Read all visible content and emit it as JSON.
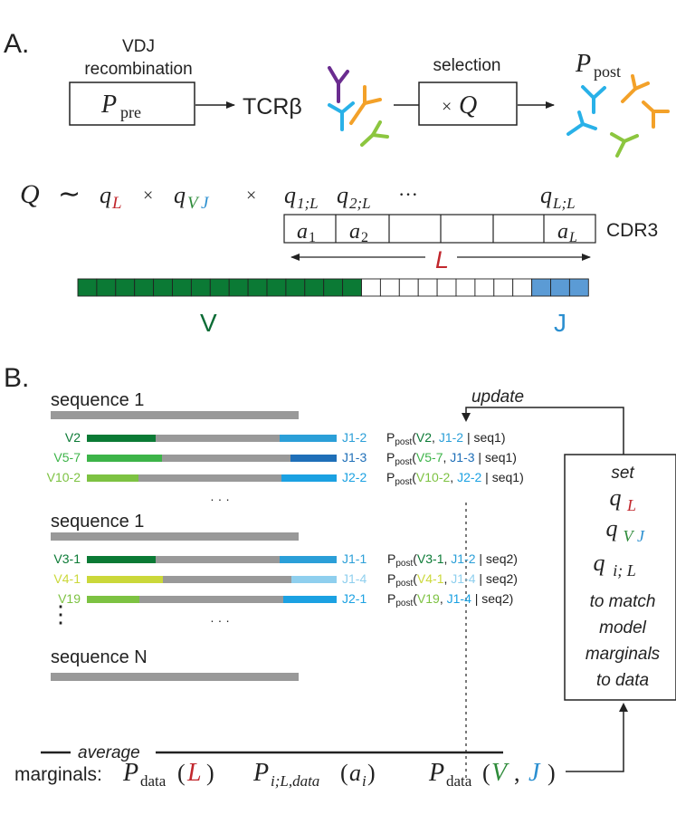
{
  "colors": {
    "L_red": "#c1272d",
    "V_green": "#2e8b3a",
    "V_dark": "#0b7a35",
    "J_blue": "#2b8fd0",
    "J_light": "#8fcfee",
    "J_dark": "#1f6fb8",
    "gray": "#999999",
    "ab_purple": "#6a2c8f",
    "ab_orange": "#f3a129",
    "ab_cyan": "#29b1e8",
    "ab_green": "#8cc63f",
    "lime": "#cbd83a",
    "light_green": "#7dc242",
    "mid_green": "#3db449"
  },
  "panelA": {
    "label": "A.",
    "vdj_label_1": "VDJ",
    "vdj_label_2": "recombination",
    "p_pre_main": "P",
    "p_pre_sub": "pre",
    "tcr": "TCRβ",
    "selection": "selection",
    "times": "×",
    "Q": "Q",
    "p_post_main": "P",
    "p_post_sub": "post",
    "eq_Q": "Q",
    "eq_sim": "∼",
    "eq_q": "q",
    "eq_L": "L",
    "eq_V": "V",
    "eq_J": "J",
    "eq_x": "×",
    "eq_sub1": "1;L",
    "eq_sub2": "2;L",
    "eq_dots": "···",
    "eq_subL": "L;L",
    "cell_a": "a",
    "cell_1": "1",
    "cell_2": "2",
    "cell_L": "L",
    "cdr3": "CDR3",
    "length_L": "L",
    "v_label": "V",
    "j_label": "J"
  },
  "panelB": {
    "label": "B.",
    "update": "update",
    "groups": [
      {
        "title": "sequence 1",
        "rows": [
          {
            "v": "V2",
            "j": "J1-2",
            "v_col": "#0b7a35",
            "j_col": "#2b9fd8",
            "p_v": "V2",
            "p_j": "J1-2",
            "p_seq": "seq1"
          },
          {
            "v": "V5-7",
            "j": "J1-3",
            "v_col": "#3db449",
            "j_col": "#1f6fb8",
            "p_v": "V5-7",
            "p_j": "J1-3",
            "p_seq": "seq1"
          },
          {
            "v": "V10-2",
            "j": "J2-2",
            "v_col": "#7dc242",
            "j_col": "#1ba1e2",
            "p_v": "V10-2",
            "p_j": "J2-2",
            "p_seq": "seq1"
          }
        ]
      },
      {
        "title": "sequence 1",
        "rows": [
          {
            "v": "V3-1",
            "j": "J1-1",
            "v_col": "#0b7a35",
            "j_col": "#2b9fd8",
            "p_v": "V3-1",
            "p_j": "J1-2",
            "p_seq": "seq2"
          },
          {
            "v": "V4-1",
            "j": "J1-4",
            "v_col": "#cbd83a",
            "j_col": "#8fcfee",
            "p_v": "V4-1",
            "p_j": "J1-4",
            "p_seq": "seq2"
          },
          {
            "v": "V19",
            "j": "J2-1",
            "v_col": "#7dc242",
            "j_col": "#1ba1e2",
            "p_v": "V19",
            "p_j": "J1-4",
            "p_seq": "seq2"
          }
        ]
      }
    ],
    "last_title": "sequence N",
    "p_main": "P",
    "p_sub": "post",
    "dots": "· · ·",
    "vdots": "⋮",
    "average": "average",
    "box": {
      "set": "set",
      "q": "q",
      "L": "L",
      "VJ_V": "V",
      "VJ_J": "J",
      "iL": "i; L",
      "line1": "to match",
      "line2": "model",
      "line3": "marginals",
      "line4": "to data"
    },
    "marginals": "marginals:",
    "m_P": "P",
    "m_data": "data",
    "m_L": "L",
    "m_iL_data": "i;L,data",
    "m_a": "a",
    "m_i": "i",
    "m_V": "V",
    "m_J": "J"
  }
}
